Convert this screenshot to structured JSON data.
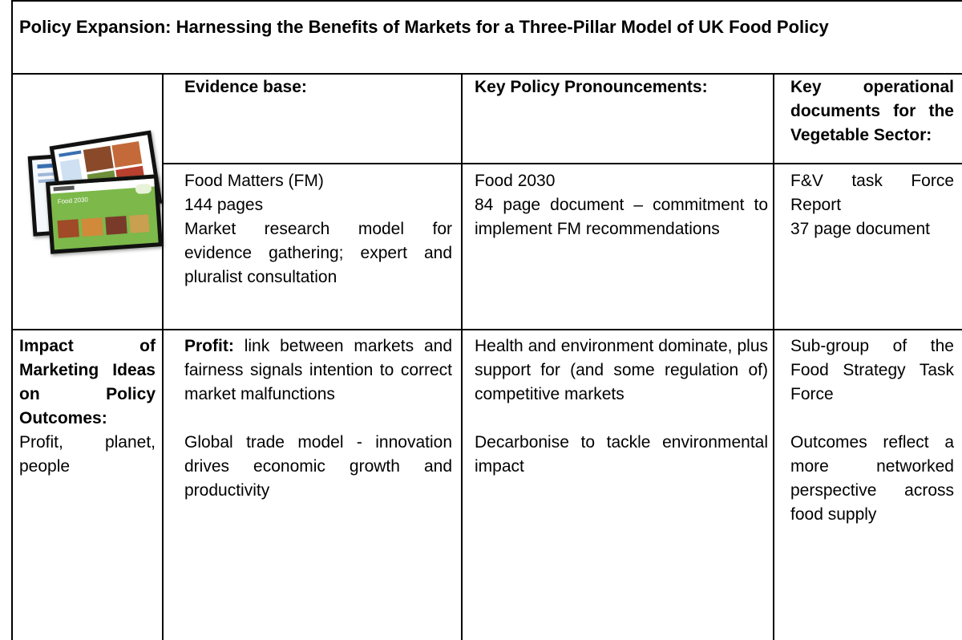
{
  "title": "Policy Expansion: Harnessing the Benefits of Markets for a Three-Pillar Model of UK Food Policy",
  "thumbnails": {
    "front_label": "Food 2030"
  },
  "headers": {
    "evidence": "Evidence base:",
    "pronouncements": "Key Policy Pronouncements:",
    "operational": "Key operational documents for the Vegetable Sector:"
  },
  "documents": {
    "evidence": [
      "Food Matters (FM)",
      "144 pages",
      "Market research model for evidence gathering; expert and pluralist consultation"
    ],
    "pronouncements": [
      "Food 2030",
      "84 page document – commitment to implement FM recommendations"
    ],
    "operational": [
      "F&V task Force Report",
      "37 page document"
    ]
  },
  "impact": {
    "label": "Impact of Marketing Ideas on Policy Outcomes:",
    "sublabel": "Profit, planet, people",
    "evidence": {
      "profit_label": "Profit:",
      "profit_text": " link between markets and fairness signals intention to correct market malfunctions",
      "trade_text": "Global trade model - innovation drives economic growth and productivity"
    },
    "pronouncements": {
      "p1": "Health and environment dominate, plus support for (and some regulation of) competitive markets",
      "p2": "Decarbonise to tackle environmental impact"
    },
    "operational": {
      "p1": "Sub-group of the Food Strategy Task Force",
      "p2": "Outcomes reflect a more networked perspective across food supply"
    }
  }
}
